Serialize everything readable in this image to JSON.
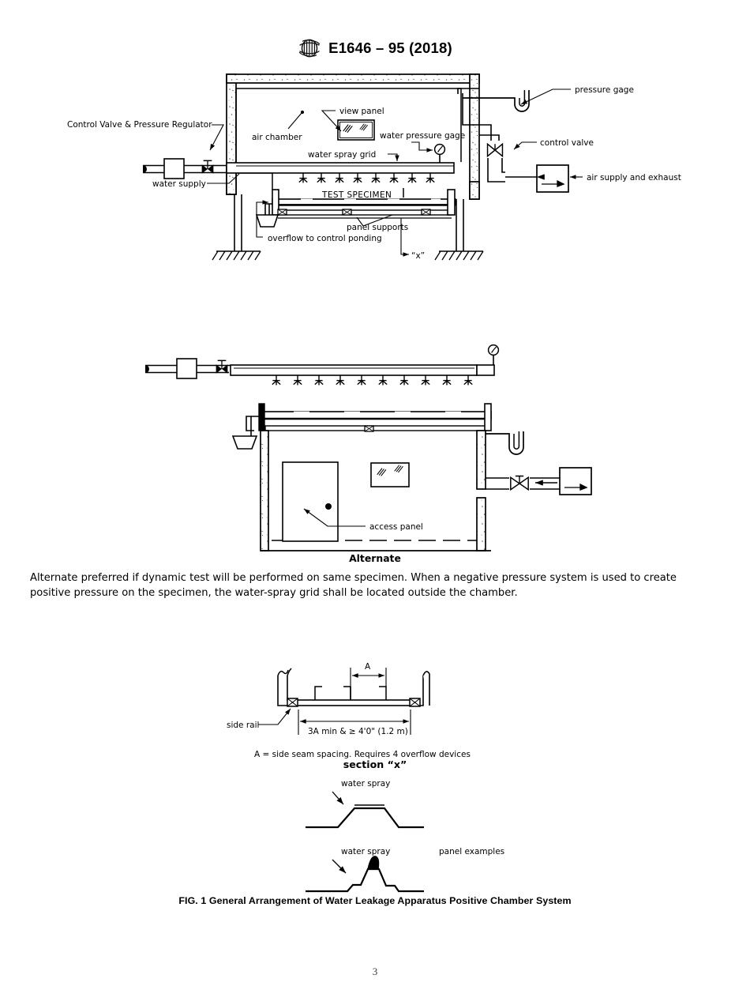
{
  "header": {
    "logo_icon": "astm-logo-icon",
    "designation": "E1646 – 95 (2018)"
  },
  "figure": {
    "caption": "FIG. 1 General Arrangement of Water Leakage Apparatus Positive Chamber System",
    "alternate_caption": "Alternate",
    "section_caption": "section “x”"
  },
  "main_diagram": {
    "labels": {
      "control_valve_regulator": "Control Valve & Pressure Regulator",
      "water_supply": "water supply",
      "air_chamber": "air chamber",
      "view_panel": "view panel",
      "water_pressure_gage": "water pressure gage",
      "water_spray_grid": "water spray grid",
      "test_specimen": "TEST SPECIMEN",
      "panel_supports": "panel supports",
      "overflow": "overflow to control ponding",
      "section_marker": "“x”",
      "pressure_gage": "pressure gage",
      "control_valve": "control valve",
      "air_supply_exhaust": "air supply and exhaust"
    }
  },
  "alternate_diagram": {
    "labels": {
      "access_panel": "access panel"
    }
  },
  "note": {
    "text": "Alternate preferred if dynamic test will be performed on same specimen. When a negative pressure system is used to create positive pressure on the specimen, the water-spray grid shall be located outside the chamber."
  },
  "section_x": {
    "labels": {
      "dim_a": "A",
      "side_rail": "side rail",
      "span_dimension": "3A min & ≥ 4'0\" (1.2 m)",
      "note": "A = side seam spacing. Requires 4 overflow devices"
    }
  },
  "panel_examples": {
    "labels": {
      "water_spray_top": "water spray",
      "water_spray_bottom": "water spray",
      "title": "panel examples"
    }
  },
  "page": {
    "number": "3"
  },
  "colors": {
    "ink": "#000000",
    "paper": "#ffffff",
    "page_number": "#3a3a3a"
  }
}
